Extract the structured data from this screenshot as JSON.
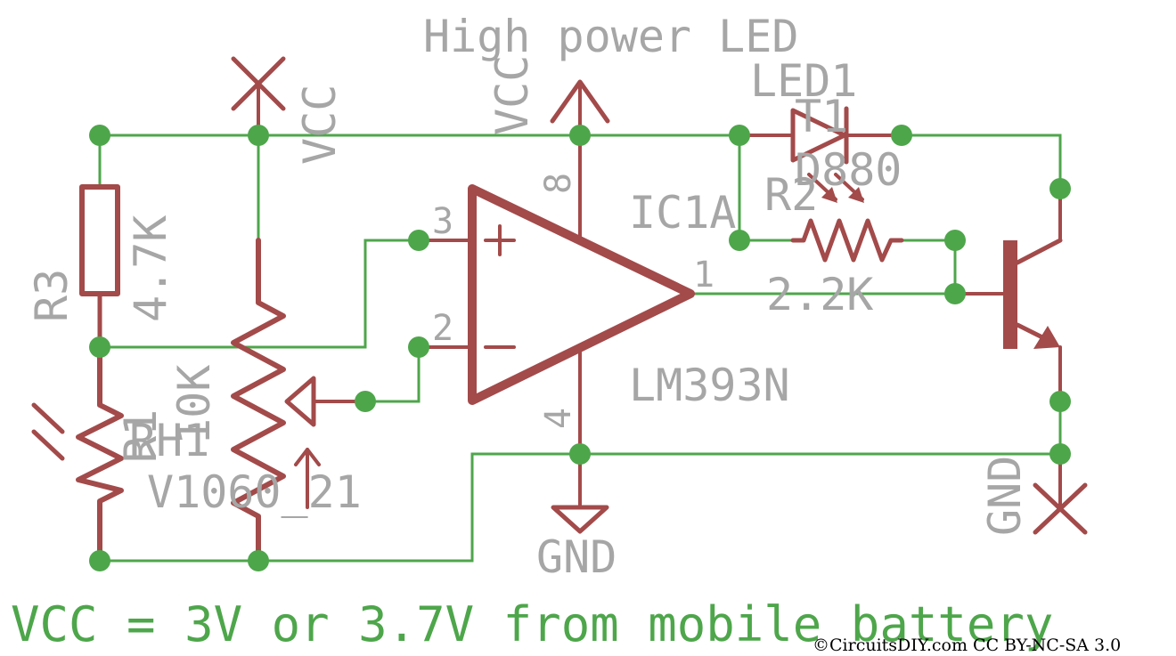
{
  "title": "High power LED",
  "note": "VCC = 3V or 3.7V from mobile battery",
  "copyright": "©CircuitsDIY.com CC BY-NC-SA 3.0",
  "components": {
    "r3": {
      "name": "R3",
      "value": "4.7K"
    },
    "r1": {
      "name": "R1",
      "value": "10K"
    },
    "rh1": {
      "name": "RH1",
      "value": "V1060_21"
    },
    "ic": {
      "name": "IC1A",
      "value": "LM393N"
    },
    "led": {
      "name": "LED1"
    },
    "t1": {
      "name": "T1",
      "value": "D880"
    },
    "r2": {
      "name": "R2",
      "value": "2.2K"
    }
  },
  "pins": {
    "p3": "3",
    "p2": "2",
    "p8": "8",
    "p4": "4",
    "p1": "1"
  },
  "supply": {
    "vcc_left": "VCC",
    "vcc_top": "VCC",
    "gnd_bottom": "GND",
    "gnd_right": "GND"
  },
  "colors": {
    "wire": "#4ea64b",
    "component": "#a34a4a",
    "label": "#a6a6a6",
    "note": "#4ea64b"
  }
}
